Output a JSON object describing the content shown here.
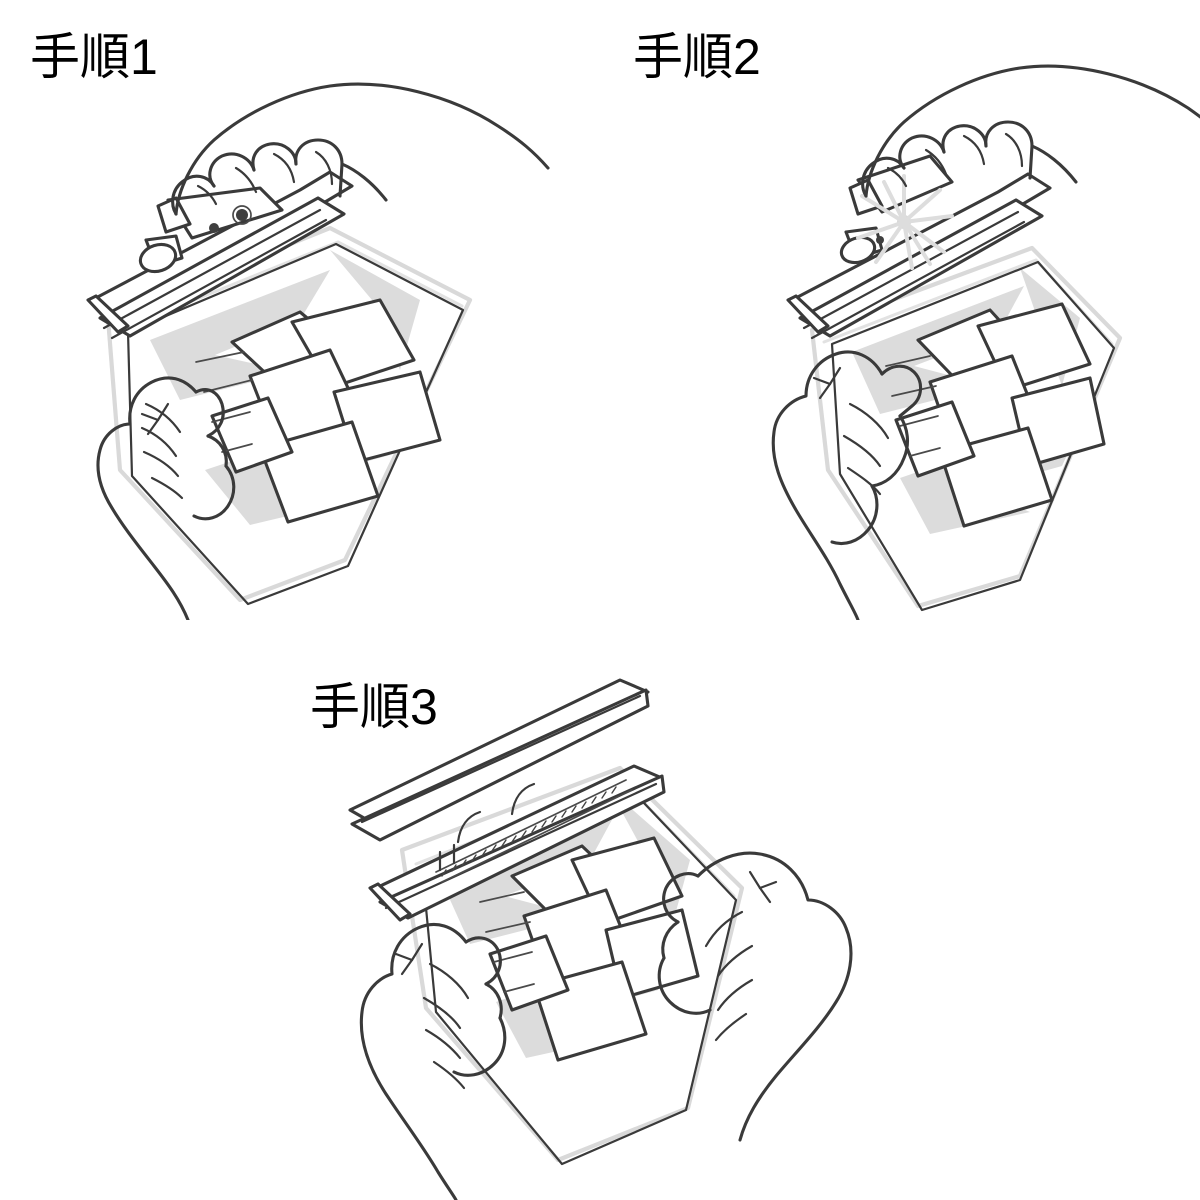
{
  "document": {
    "type": "instructional-diagram",
    "subject": "handheld bag heat sealer usage",
    "background_color": "#ffffff",
    "ink_color": "#3a3a3a",
    "ghost_color": "#d9d9d9",
    "label_color": "#000000"
  },
  "panels": [
    {
      "id": "panel-1",
      "label": "手順1",
      "icons": {
        "sealer": "bag-sealer-icon",
        "hand_top": "hand-gripping-icon",
        "hand_bottom": "hand-holding-bag-icon",
        "bag": "plastic-bag-icon",
        "contents": "snack-pieces-icon",
        "indicator_dots": "indicator-dot-icon"
      }
    },
    {
      "id": "panel-2",
      "label": "手順2",
      "icons": {
        "sealer": "bag-sealer-icon",
        "hand_top": "hand-pressing-button-icon",
        "hand_bottom": "hand-pinching-bag-icon",
        "bag": "plastic-bag-icon",
        "contents": "snack-pieces-icon",
        "flash": "seal-activation-burst-icon"
      }
    },
    {
      "id": "panel-3",
      "label": "手順3",
      "icons": {
        "sealer": "bag-sealer-open-icon",
        "hand_left": "hand-holding-bag-icon",
        "hand_right": "hand-pulling-bag-icon",
        "bag": "sealed-plastic-bag-icon",
        "contents": "snack-pieces-icon",
        "seal_line": "heat-seal-strip-icon"
      }
    }
  ]
}
